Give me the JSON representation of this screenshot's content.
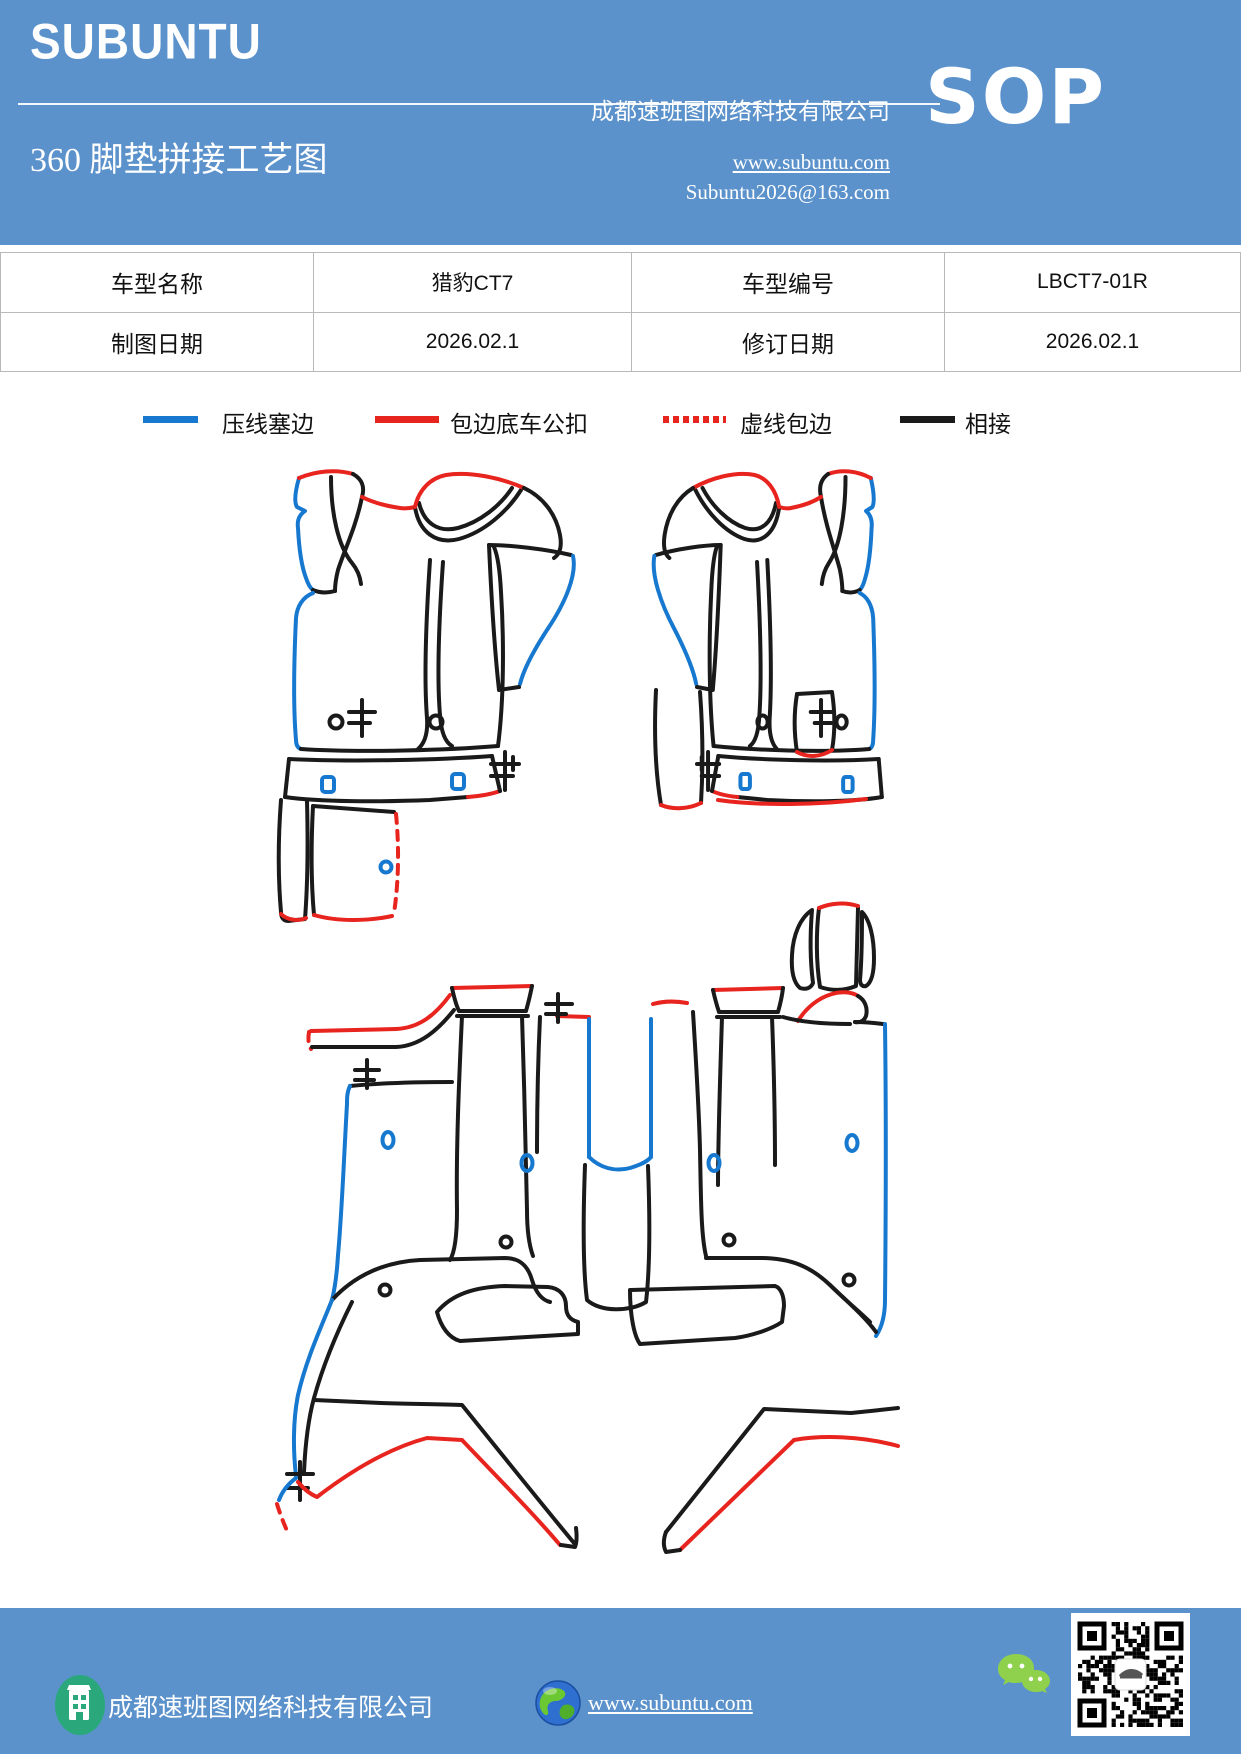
{
  "header": {
    "brand": "SUBUNTU",
    "title": "360 脚垫拼接工艺图",
    "company": "成都速班图网络科技有限公司",
    "website": "www.subuntu.com",
    "email": "Subuntu2026@163.com",
    "badge": "SOP"
  },
  "info_table": {
    "rows": [
      [
        "车型名称",
        "猎豹CT7",
        "车型编号",
        "LBCT7-01R"
      ],
      [
        "制图日期",
        "2026.02.1",
        "修订日期",
        "2026.02.1"
      ]
    ]
  },
  "legend": {
    "items": [
      {
        "label": "压线塞边",
        "style": "solid",
        "color": "#1778d0"
      },
      {
        "label": "包边底车公扣",
        "style": "solid",
        "color": "#e8241f"
      },
      {
        "label": "虚线包边",
        "style": "dashed",
        "color": "#e8241f"
      },
      {
        "label": "相接",
        "style": "solid",
        "color": "#111111"
      }
    ]
  },
  "diagram": {
    "description": "360 floor mat stitching pattern: two mirrored front mats above, rear mat set below",
    "groups": [
      "front-left-mat",
      "front-right-mat",
      "rear-mat-set"
    ]
  },
  "footer": {
    "company": "成都速班图网络科技有限公司",
    "website": "www.subuntu.com"
  },
  "colors": {
    "band_blue": "#5b92cb",
    "line_blue": "#1778d0",
    "line_red": "#e8241f",
    "line_black": "#1a1a1a",
    "wechat_green": "#8fd04c",
    "building_green": "#2aa87c"
  }
}
